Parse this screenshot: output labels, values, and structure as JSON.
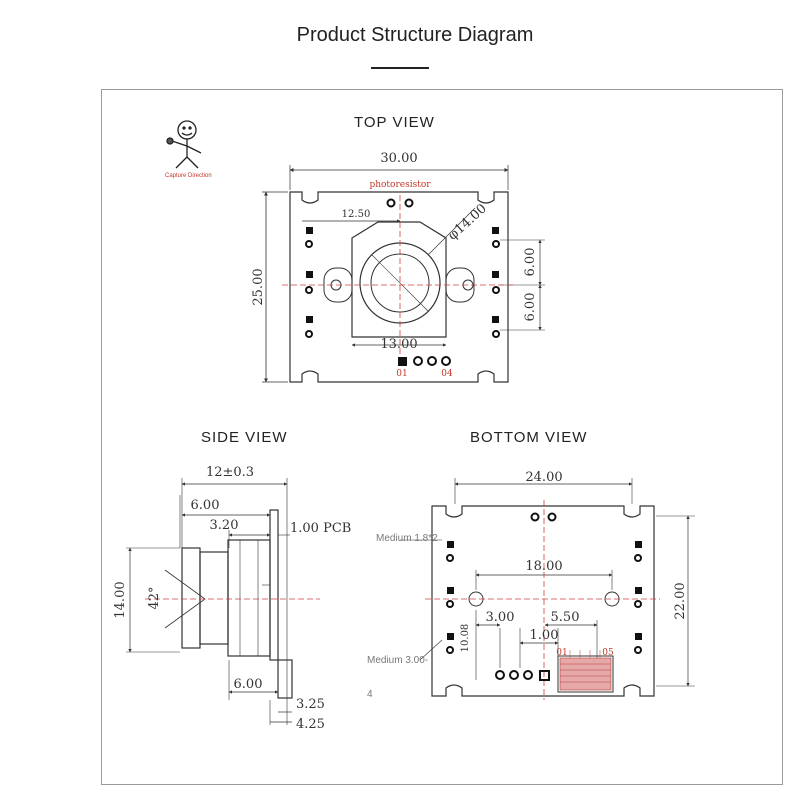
{
  "header": {
    "title": "Product Structure Diagram"
  },
  "views": {
    "top": "TOP VIEW",
    "side": "SIDE VIEW",
    "bottom": "BOTTOM  VIEW"
  },
  "mascot": {
    "caption": "Capture Direction"
  },
  "top_view": {
    "width": "30.00",
    "height": "25.00",
    "hole_offset": "12.50",
    "lens_dia": "φ14.00",
    "lens_width": "13.00",
    "pitch_a": "6.00",
    "pitch_b": "6.00",
    "sensor_label": "photoresistor",
    "pin_first": "01",
    "pin_last": "04"
  },
  "side_view": {
    "total": "12±0.3",
    "a": "6.00",
    "b": "3.20",
    "pcb": "1.00 PCB",
    "height": "14.00",
    "angle": "42°",
    "conn": "6.00",
    "c": "3.25",
    "d": "4.25"
  },
  "bottom_view": {
    "width": "24.00",
    "height": "22.00",
    "hole_span": "18.00",
    "x1": "3.00",
    "x2": "5.50",
    "x3": "1.00",
    "y1": "10.08",
    "note1": "Medium 1.8*2",
    "note2": "Medium 3.00-",
    "note3": "4",
    "pin_first": "01",
    "pin_last": "05"
  },
  "colors": {
    "line": "#333333",
    "center": "#d04040",
    "pad": "#111111"
  }
}
